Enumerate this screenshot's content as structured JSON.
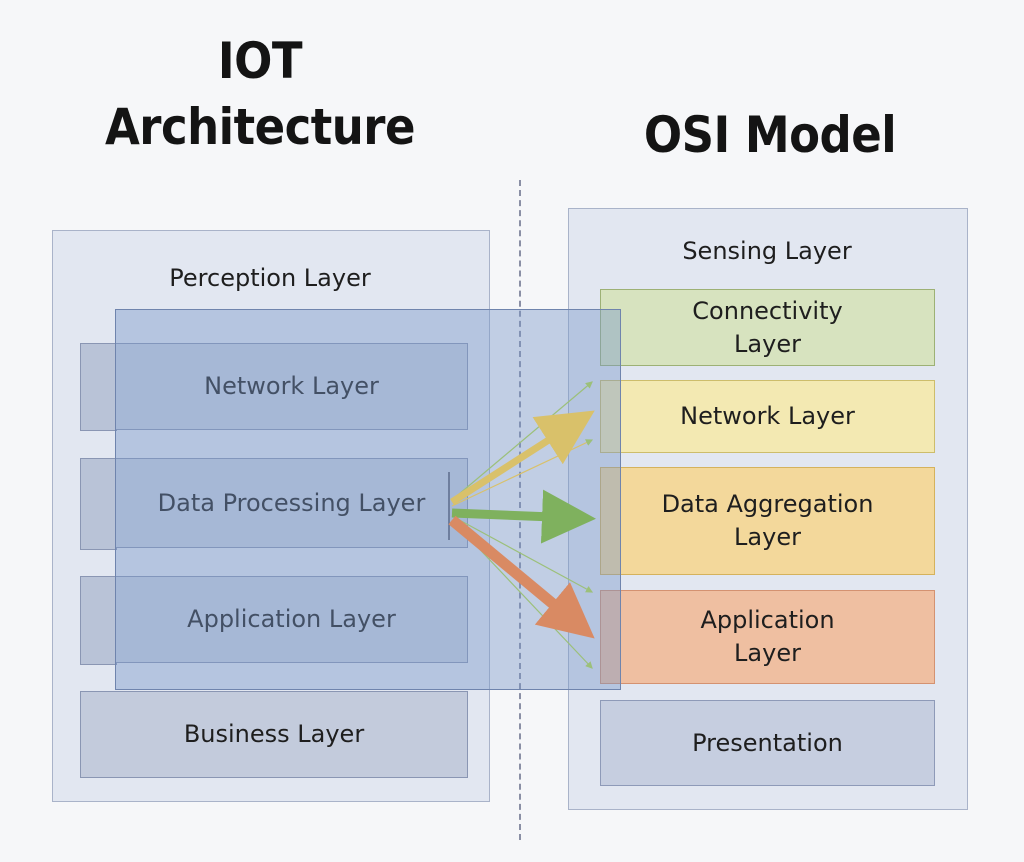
{
  "left_title": [
    "IOT",
    "Architecture"
  ],
  "right_title": "OSI Model",
  "iot_architecture": {
    "top_layer": "Perception Layer",
    "layers": [
      "Network Layer",
      "Data Processing Layer",
      "Application Layer",
      "Business Layer"
    ]
  },
  "osi_model": {
    "top_layer": "Sensing Layer",
    "layers": [
      {
        "label": "Connectivity Layer",
        "color": "#d7e3bf"
      },
      {
        "label": "Network Layer",
        "color": "#f3e9b2"
      },
      {
        "label": "Data Aggregation Layer",
        "color": "#f3d89b"
      },
      {
        "label": "Application Layer",
        "color": "#efbfa1"
      },
      {
        "label": "Presentation",
        "color": "#c6cee0"
      }
    ]
  },
  "arrow_colors": {
    "to_network": "#d9c16a",
    "to_data_aggregation": "#7fb15e",
    "to_application": "#d98a63"
  }
}
